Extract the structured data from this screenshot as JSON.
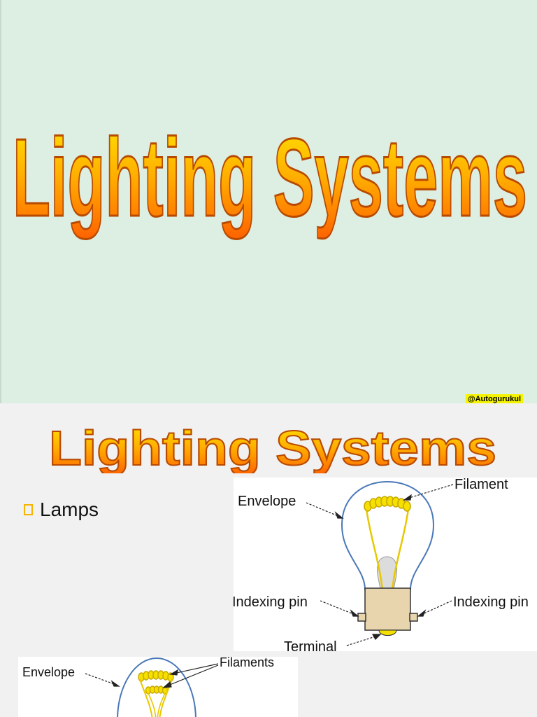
{
  "slide1": {
    "title": "Lighting Systems",
    "watermark": "@Autogurukul"
  },
  "slide2": {
    "title": "Lighting Systems",
    "bullet": "Lamps",
    "figure1": {
      "labels": {
        "filament": "Filament",
        "envelope": "Envelope",
        "indexing_pin_left": "Indexing pin",
        "indexing_pin_right": "Indexing pin",
        "terminal": "Terminal"
      }
    },
    "figure2": {
      "labels": {
        "envelope": "Envelope",
        "filaments": "Filaments"
      }
    }
  },
  "colors": {
    "slide1_bg": "#ddeee3",
    "title_gradient_top": "#ffd800",
    "title_gradient_bottom": "#ff6a00",
    "bulb_outline": "#4a78b8",
    "filament": "#e8c800",
    "base": "#e8d5ad"
  }
}
